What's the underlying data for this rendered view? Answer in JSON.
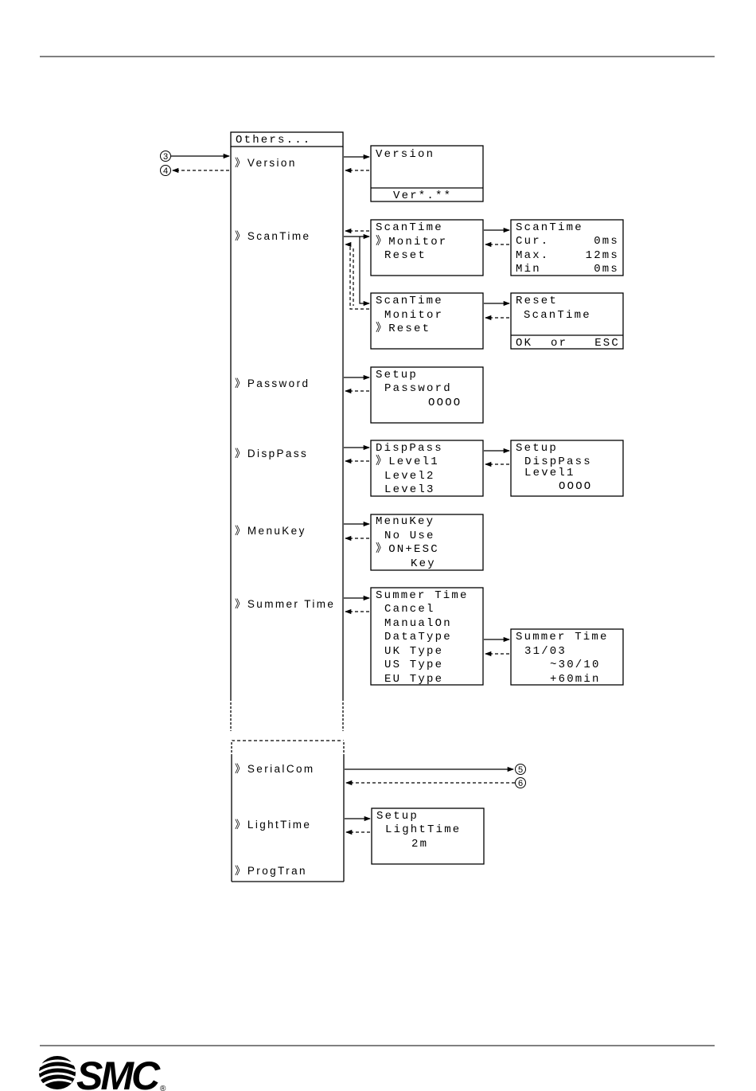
{
  "menu_items": [
    {
      "id": "version",
      "label": "Version"
    },
    {
      "id": "scantime",
      "label": "ScanTime"
    },
    {
      "id": "password",
      "label": "Password"
    },
    {
      "id": "disppass",
      "label": "DispPass"
    },
    {
      "id": "menukey",
      "label": "MenuKey"
    },
    {
      "id": "summertime",
      "label": "Summer Time"
    }
  ],
  "menu_items_2": [
    {
      "id": "serialcom",
      "label": "SerialCom"
    },
    {
      "id": "lighttime",
      "label": "LightTime"
    },
    {
      "id": "progtran",
      "label": "ProgTran"
    }
  ],
  "others_title": "Others...",
  "markers": {
    "m3": "3",
    "m4": "4",
    "m5": "5",
    "m6": "6"
  },
  "screens": {
    "version": {
      "l1": "Version",
      "footer": "Ver*.**"
    },
    "scantime_monitor": {
      "l1": "ScanTime",
      "l2": "Monitor",
      "l3": "Reset"
    },
    "scantime_reset": {
      "l1": "ScanTime",
      "l2": "Monitor",
      "l3": "Reset"
    },
    "scantime_values": {
      "l1": "ScanTime",
      "r1a": "Cur.",
      "r1b": "0ms",
      "r2a": "Max.",
      "r2b": "12ms",
      "r3a": "Min",
      "r3b": "0ms"
    },
    "reset_confirm": {
      "l1": "Reset",
      "l2": "ScanTime",
      "foot_a": "OK",
      "foot_b": "or",
      "foot_c": "ESC"
    },
    "password": {
      "l1": "Setup",
      "l2": "Password",
      "l3": "OOOO"
    },
    "disppass": {
      "l1": "DispPass",
      "l2": "Level1",
      "l3": "Level2",
      "l4": "Level3"
    },
    "disppass_setup": {
      "l1": "Setup",
      "l2": "DispPass",
      "l3": "Level1",
      "l4": "OOOO"
    },
    "menukey": {
      "l1": "MenuKey",
      "l2": "No Use",
      "l3": "ON+ESC",
      "l4": "Key"
    },
    "summertime": {
      "l1": "Summer Time",
      "l2": "Cancel",
      "l3": "ManualOn",
      "l4": "DataType",
      "l5": "UK Type",
      "l6": "US Type",
      "l7": "EU Type"
    },
    "summertime_date": {
      "l1": "Summer Time",
      "l2": "31/03",
      "l3": "~30/10",
      "l4": "+60min"
    },
    "lighttime": {
      "l1": "Setup",
      "l2": "LightTime",
      "l3": "2m"
    }
  },
  "cursor_glyph": "》",
  "logo_text": "SMC",
  "logo_reg": "®"
}
